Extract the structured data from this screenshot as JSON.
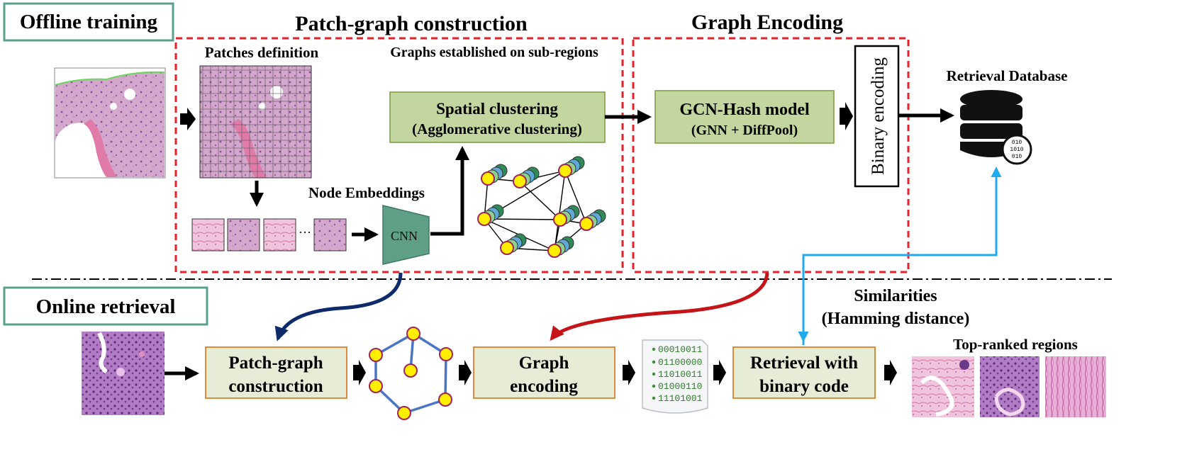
{
  "offline": {
    "section_label": "Offline training",
    "patch_graph_title": "Patch-graph construction",
    "graph_encoding_title": "Graph Encoding",
    "patches_definition": "Patches definition",
    "graphs_subregions": "Graphs established on sub-regions",
    "node_embeddings": "Node Embeddings",
    "ellipsis": "···",
    "cnn": "CNN",
    "spatial_clustering": {
      "line1": "Spatial clustering",
      "line2": "(Agglomerative clustering)"
    },
    "gcn_hash": {
      "line1": "GCN-Hash model",
      "line2": "(GNN + DiffPool)"
    },
    "binary_encoding": "Binary encoding",
    "retrieval_database": "Retrieval Database",
    "db_bits": [
      "010",
      "1010",
      "010"
    ]
  },
  "online": {
    "section_label": "Online retrieval",
    "patch_graph_box": {
      "line1": "Patch-graph",
      "line2": "construction"
    },
    "graph_encoding_box": {
      "line1": "Graph",
      "line2": "encoding"
    },
    "binary_codes": [
      "00010011",
      "01100000",
      "11010011",
      "01000110",
      "11101001"
    ],
    "retrieval_box": {
      "line1": "Retrieval with",
      "line2": "binary code"
    },
    "similarities": {
      "line1": "Similarities",
      "line2": "(Hamming distance)"
    },
    "top_ranked": "Top-ranked regions"
  },
  "colors": {
    "teal_border": "#5aa08c",
    "red_dash": "#e8202a",
    "green_box_fill": "#c3d6a0",
    "green_box_border": "#7a9a3c",
    "online_box_fill": "#e6ecd6",
    "online_box_border": "#d98c3a",
    "node_yellow": "#ffee00",
    "node_border": "#a0245a",
    "graph_edge": "#4a74c4",
    "cyan_arrow": "#22aaee",
    "navy_arrow": "#0d2a6b",
    "red_arrow": "#c41418",
    "cnn_fill": "#5f9f86",
    "tissue_pink": "#e8b8d0",
    "tissue_purple": "#a56bbd"
  }
}
